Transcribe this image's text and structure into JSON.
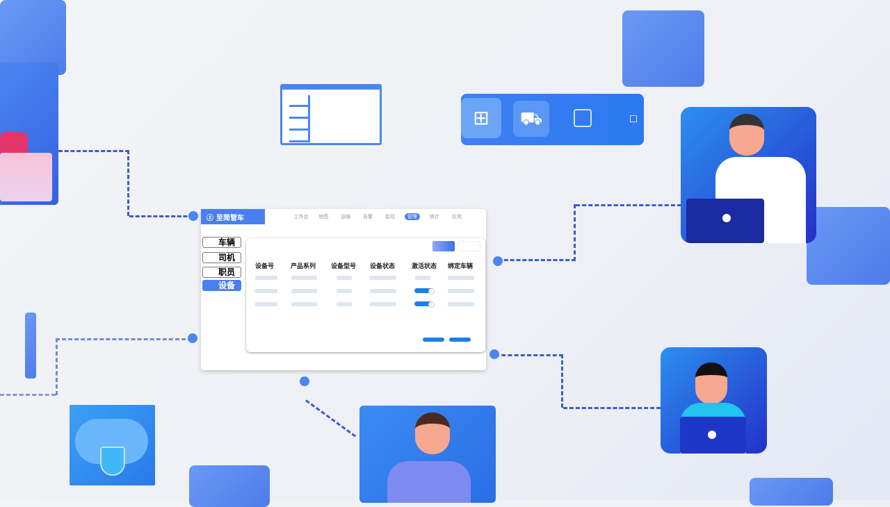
{
  "app": {
    "logo": "至简管车",
    "nav": [
      "工作台",
      "地图",
      "运输",
      "告警",
      "监控",
      "管理",
      "统计",
      "应用"
    ],
    "active_nav": "管理"
  },
  "sidebar": [
    "车辆",
    "司机",
    "职员",
    "设备"
  ],
  "active_side": "设备",
  "table": {
    "headers": [
      "设备号",
      "产品系列",
      "设备型号",
      "设备状态",
      "激活状态",
      "绑定车辆"
    ],
    "row_count": 3
  },
  "colors": {
    "accent": "#4a7ff0",
    "toggle": "#1a7fe8"
  }
}
